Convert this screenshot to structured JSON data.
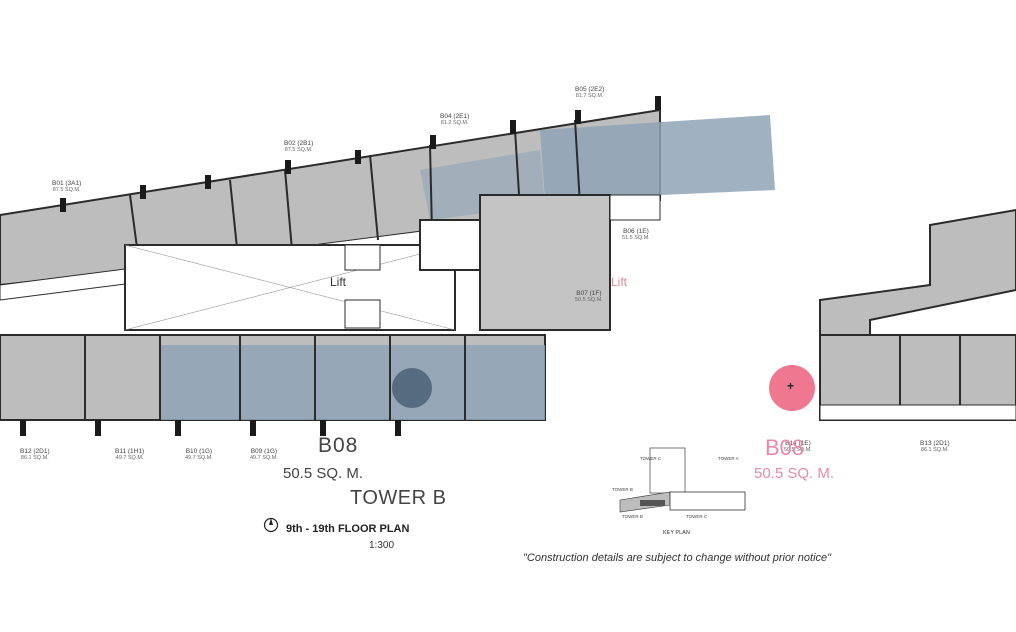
{
  "plan": {
    "tower_title": "TOWER B",
    "floor_title": "9th - 19th FLOOR PLAN",
    "scale": "1:300",
    "disclaimer": "\"Construction details are subject to change without prior notice\"",
    "lift_label": "Lift",
    "lift_label_2": "Lift"
  },
  "highlight_units": {
    "b08": {
      "name": "B08",
      "size": "50.5 SQ. M."
    },
    "b14": {
      "name": "B08",
      "size": "50.5 SQ. M."
    }
  },
  "top_units": [
    {
      "code": "B01 (3A1)",
      "size": "87.5 SQ.M."
    },
    {
      "code": "B02 (2B1)",
      "size": "87.5 SQ.M."
    },
    {
      "code": "B04 (2E1)",
      "size": "81.2 SQ.M."
    },
    {
      "code": "B05 (2E2)",
      "size": "81.7 SQ.M."
    },
    {
      "code": "B06 (1E)",
      "size": "51.5 SQ.M."
    },
    {
      "code": "B07 (1F)",
      "size": "50.5 SQ.M."
    }
  ],
  "bottom_units": [
    {
      "code": "B12 (2D1)",
      "size": "86.1 SQ.M."
    },
    {
      "code": "B11 (1H1)",
      "size": "49.7 SQ.M."
    },
    {
      "code": "B10 (1G)",
      "size": "49.7 SQ.M."
    },
    {
      "code": "B09 (1G)",
      "size": "49.7 SQ.M."
    },
    {
      "code": "B14 (1E)",
      "size": "50.5 SQ.M."
    },
    {
      "code": "B13 (2D1)",
      "size": "86.1 SQ.M."
    }
  ],
  "key_plan": {
    "title": "KEY PLAN",
    "labels": [
      "TOWER C",
      "TOWER A",
      "TOWER B",
      "TOWER C",
      "TOWER B"
    ]
  },
  "colors": {
    "unit_fill": "#bdbdbd",
    "highlight_fill": "#8fa3b6",
    "wall": "#2b2b2b",
    "accent_pink": "#ec5f7c"
  }
}
